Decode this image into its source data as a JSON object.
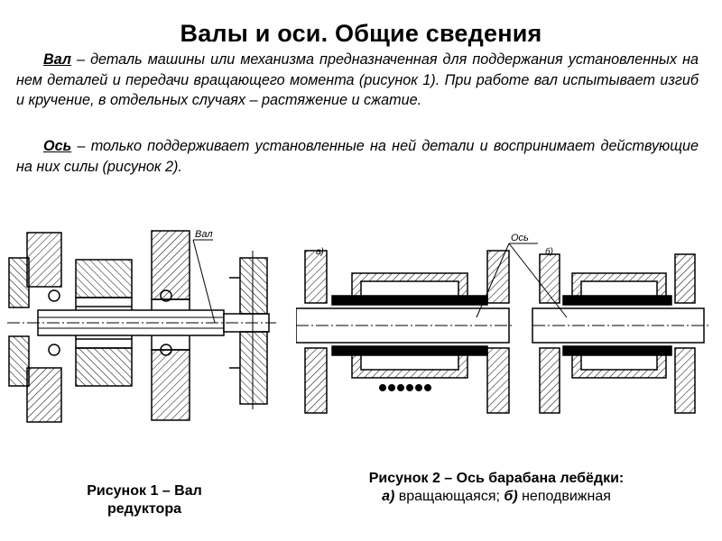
{
  "slide": {
    "title": "Валы и оси. Общие сведения",
    "para1": {
      "term": "Вал",
      "text": " – деталь машины или механизма предназначенная для поддержания установленных на нем деталей и передачи вращающего момента (рисунок 1). При работе вал испытывает изгиб и кручение, в отдельных случаях – растяжение и сжатие."
    },
    "para2": {
      "term": "Ось",
      "text": " – только поддерживает установленные на ней детали и воспринимает действующие на них силы (рисунок 2)."
    },
    "figure1": {
      "label": "Вал",
      "caption_line1": "Рисунок 1 – Вал",
      "caption_line2": "редуктора"
    },
    "figure2": {
      "label": "Ось",
      "label_a": "а)",
      "label_b": "б)",
      "caption_line1": "Рисунок 2 – Ось барабана лебёдки:",
      "caption_a": "а)",
      "caption_a_text": " вращающаяся; ",
      "caption_b": "б)",
      "caption_b_text": " неподвижная"
    }
  }
}
